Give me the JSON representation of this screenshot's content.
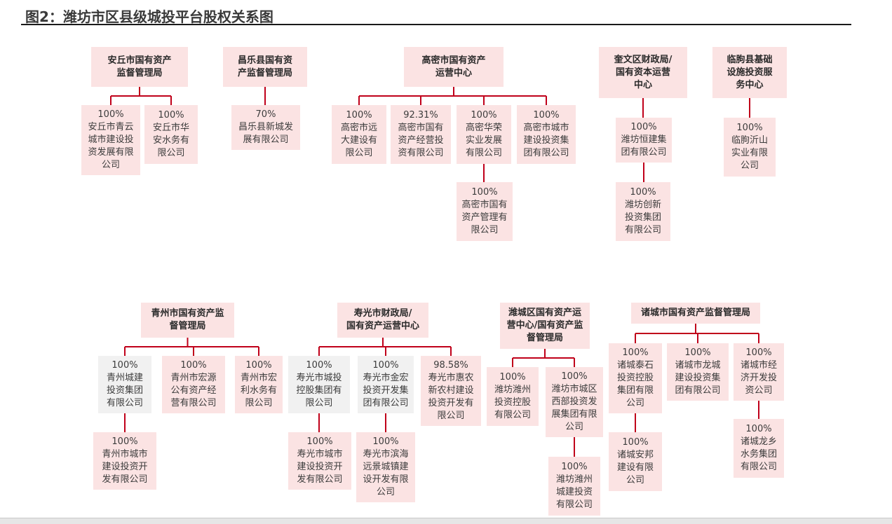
{
  "title": "图2：潍坊市区县级城投平台股权关系图",
  "colors": {
    "box_pink": "#fbe3e3",
    "box_gray": "#f1f1f1",
    "line_red": "#c0001a"
  },
  "groups": [
    {
      "parent": "安丘市国有资产\n监督管理局",
      "children": [
        {
          "text": "100%\n安丘市青云\n城市建设投\n资发展有限\n公司"
        },
        {
          "text": "100%\n安丘市华\n安水务有\n限公司"
        }
      ]
    },
    {
      "parent": "昌乐县国有资\n产监督管理局",
      "children": [
        {
          "text": "70%\n昌乐县新城发\n展有限公司"
        }
      ]
    },
    {
      "parent": "高密市国有资产\n运营中心",
      "children": [
        {
          "text": "100%\n高密市远\n大建设有\n限公司"
        },
        {
          "text": "92.31%\n高密市国有\n资产经营投\n资有限公司"
        },
        {
          "text": "100%\n高密华荣\n实业发展\n有限公司",
          "children": [
            {
              "text": "100%\n高密市国有\n资产管理有\n限公司"
            }
          ]
        },
        {
          "text": "100%\n高密市城市\n建设投资集\n团有限公司"
        }
      ]
    },
    {
      "parent": "奎文区财政局/\n国有资本运营\n中心",
      "children": [
        {
          "text": "100%\n潍坊恒建集\n团有限公司",
          "children": [
            {
              "text": "100%\n潍坊创新\n投资集团\n有限公司"
            }
          ]
        }
      ]
    },
    {
      "parent": "临朐县基础\n设施投资服\n务中心",
      "children": [
        {
          "text": "100%\n临朐沂山\n实业有限\n公司"
        }
      ]
    },
    {
      "parent": "青州市国有资产监\n督管理局",
      "children": [
        {
          "text": "100%\n青州城建\n投资集团\n有限公司",
          "children": [
            {
              "text": "100%\n青州市城市\n建设投资开\n发有限公司"
            }
          ]
        },
        {
          "text": "100%\n青州市宏源\n公有资产经\n营有限公司"
        },
        {
          "text": "100%\n青州市宏\n利水务有\n限公司"
        }
      ]
    },
    {
      "parent": "寿光市财政局/\n国有资产运营中心",
      "children": [
        {
          "text": "100%\n寿光市城投\n控股集团有\n限公司",
          "children": [
            {
              "text": "100%\n寿光市城市\n建设投资开\n发有限公司"
            }
          ]
        },
        {
          "text": "100%\n寿光市金宏\n投资开发集\n团有限公司",
          "children": [
            {
              "text": "100%\n寿光市滨海\n远景城镇建\n设开发有限\n公司"
            }
          ]
        },
        {
          "text": "98.58%\n寿光市惠农\n新农村建设\n投资开发有\n限公司"
        }
      ]
    },
    {
      "parent": "潍城区国有资产运\n营中心/国有资产监\n督管理局",
      "children": [
        {
          "text": "100%\n潍坊潍州\n投资控股\n有限公司"
        },
        {
          "text": "100%\n潍坊市城区\n西部投资发\n展集团有限\n公司",
          "children": [
            {
              "text": "100%\n潍坊潍州\n城建投资\n有限公司"
            }
          ]
        }
      ]
    },
    {
      "parent": "诸城市国有资产监督管理局",
      "children": [
        {
          "text": "100%\n诸城泰石\n投资控股\n集团有限\n公司",
          "children": [
            {
              "text": "100%\n诸城安邦\n建设有限\n公司"
            }
          ]
        },
        {
          "text": "100%\n诸城市龙城\n建设投资集\n团有限公司"
        },
        {
          "text": "100%\n诸城市经\n济开发投\n资公司",
          "children": [
            {
              "text": "100%\n诸城龙乡\n水务集团\n有限公司"
            }
          ]
        }
      ]
    }
  ]
}
